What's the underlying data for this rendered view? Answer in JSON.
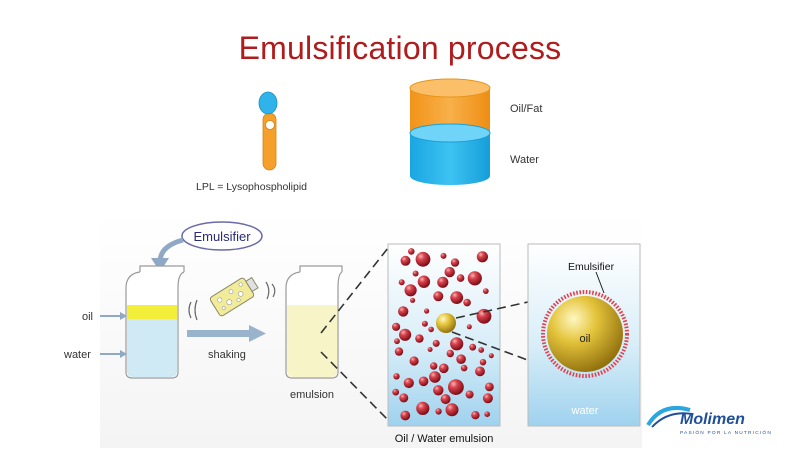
{
  "slide": {
    "title": "Emulsification process"
  },
  "top": {
    "lpl_label": "LPL = Lysophospholipid",
    "oil_fat_label": "Oil/Fat",
    "water_label": "Water"
  },
  "process": {
    "emulsifier_bubble": "Emulsifier",
    "oil_label": "oil",
    "water_label": "water",
    "shaking_label": "shaking",
    "emulsion_label": "emulsion",
    "oil_water_emulsion_label": "Oil / Water emulsion",
    "zoom_emulsifier_label": "Emulsifier",
    "zoom_oil_label": "oil",
    "zoom_water_label": "water"
  },
  "brand": {
    "name": "Molimen",
    "tagline": "PASIÓN POR LA NUTRICIÓN"
  },
  "colors": {
    "title": "#b01c1c",
    "orange": "#f5a02a",
    "blue": "#2fb3ea",
    "oil_yellow": "#f2ee3a",
    "brand_blue": "#1f4f9a"
  }
}
